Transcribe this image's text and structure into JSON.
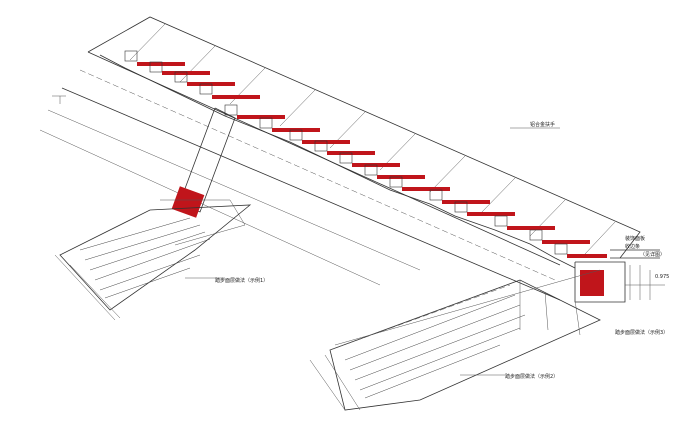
{
  "colors": {
    "line": "#333333",
    "accent_red": "#c0151b",
    "background": "#ffffff"
  },
  "annotations": {
    "upper_right_label": "铝合金扶手",
    "right_top_label_line1": "装饰面板",
    "right_top_label_line2": "收边条",
    "right_top_label_line3": "（见详图）",
    "dimension_label": "0.975",
    "left_bottom_label": "踏步面层做法（示例1）",
    "right_bottom_label": "踏步面层做法（示例2）",
    "right_mid_label": "踏步面层做法（示例3）"
  }
}
